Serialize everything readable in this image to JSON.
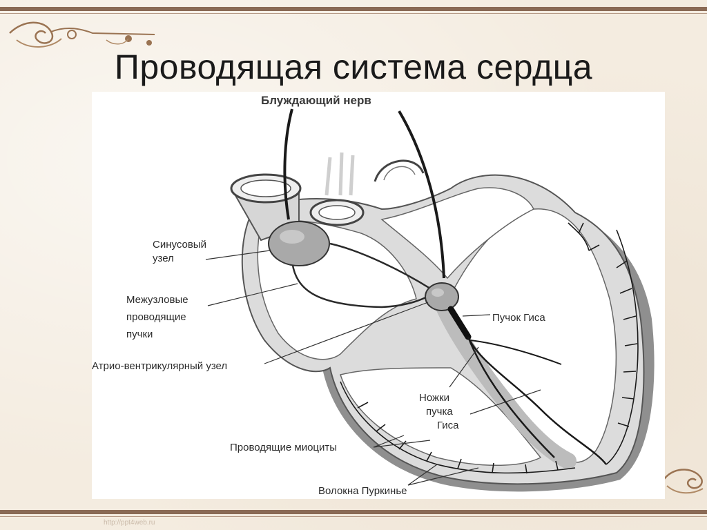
{
  "slide": {
    "title": "Проводящая система сердца",
    "footer_url": "http://ppt4web.ru"
  },
  "diagram": {
    "labels": {
      "vagus_nerve": "Блуждающий нерв",
      "sinus_node_line1": "Синусовый",
      "sinus_node_line2": "узел",
      "internodal_line1": "Межузловые",
      "internodal_line2": "проводящие",
      "internodal_line3": "пучки",
      "av_node": "Атрио-вентрикулярный узел",
      "his_bundle": "Пучок Гиса",
      "bundle_branches_line1": "Ножки",
      "bundle_branches_line2": "пучка",
      "bundle_branches_line3": "Гиса",
      "conducting_myocytes": "Проводящие миоциты",
      "purkinje_fibers": "Волокна Пуркинье"
    }
  },
  "colors": {
    "frame": "#8a6a55",
    "heart_wall": "#d9d9d9",
    "heart_outline": "#555555",
    "node_fill": "#a8a8a8",
    "conduction": "#1a1a1a"
  }
}
